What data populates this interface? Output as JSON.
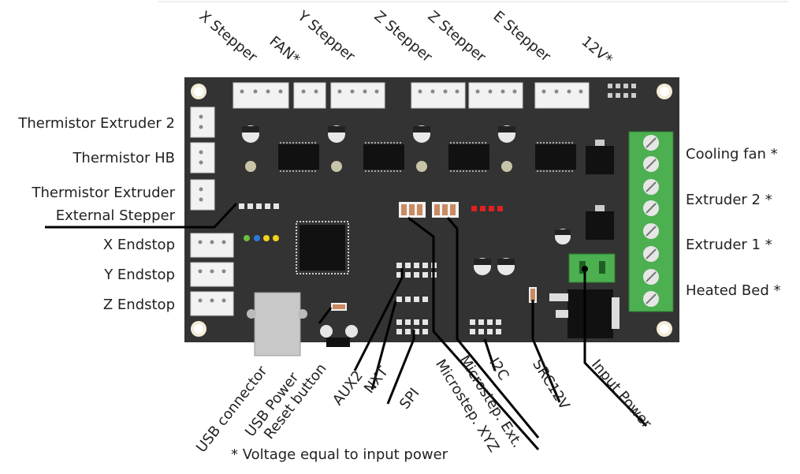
{
  "top_labels": {
    "x_stepper": "X Stepper",
    "fan": "FAN*",
    "y_stepper": "Y Stepper",
    "z_stepper_1": "Z Stepper",
    "z_stepper_2": "Z Stepper",
    "e_stepper": "E Stepper",
    "v12": "12V*"
  },
  "left_labels": {
    "thermistor_extruder_2": "Thermistor Extruder 2",
    "thermistor_hb": "Thermistor HB",
    "thermistor_extruder": "Thermistor Extruder",
    "external_stepper": "External Stepper",
    "x_endstop": "X Endstop",
    "y_endstop": "Y Endstop",
    "z_endstop": "Z Endstop"
  },
  "right_labels": {
    "cooling_fan": "Cooling fan *",
    "extruder_2": "Extruder 2 *",
    "extruder_1": "Extruder 1 *",
    "heated_bed": "Heated Bed *"
  },
  "bottom_labels": {
    "usb_connector": "USB connector",
    "usb_power": "USB Power",
    "reset_button": "Reset button",
    "aux2": "AUX2",
    "nxt": "NXT",
    "spi": "SPI",
    "microstep_xyz": "Microstep. XYZ",
    "microstep_ext": "Microstep. Ext.",
    "i2c": "I2C",
    "src12v": "SRC12V",
    "input_power": "Input Power"
  },
  "footnote": "* Voltage equal to input power",
  "colors": {
    "board": "#333333",
    "terminal_green": "#4caf50",
    "connector_white": "#f2f2f2",
    "led_red": "#e02020",
    "led_green": "#6ac03a",
    "led_blue": "#2a7bd8",
    "led_yellow": "#f2d21a"
  }
}
